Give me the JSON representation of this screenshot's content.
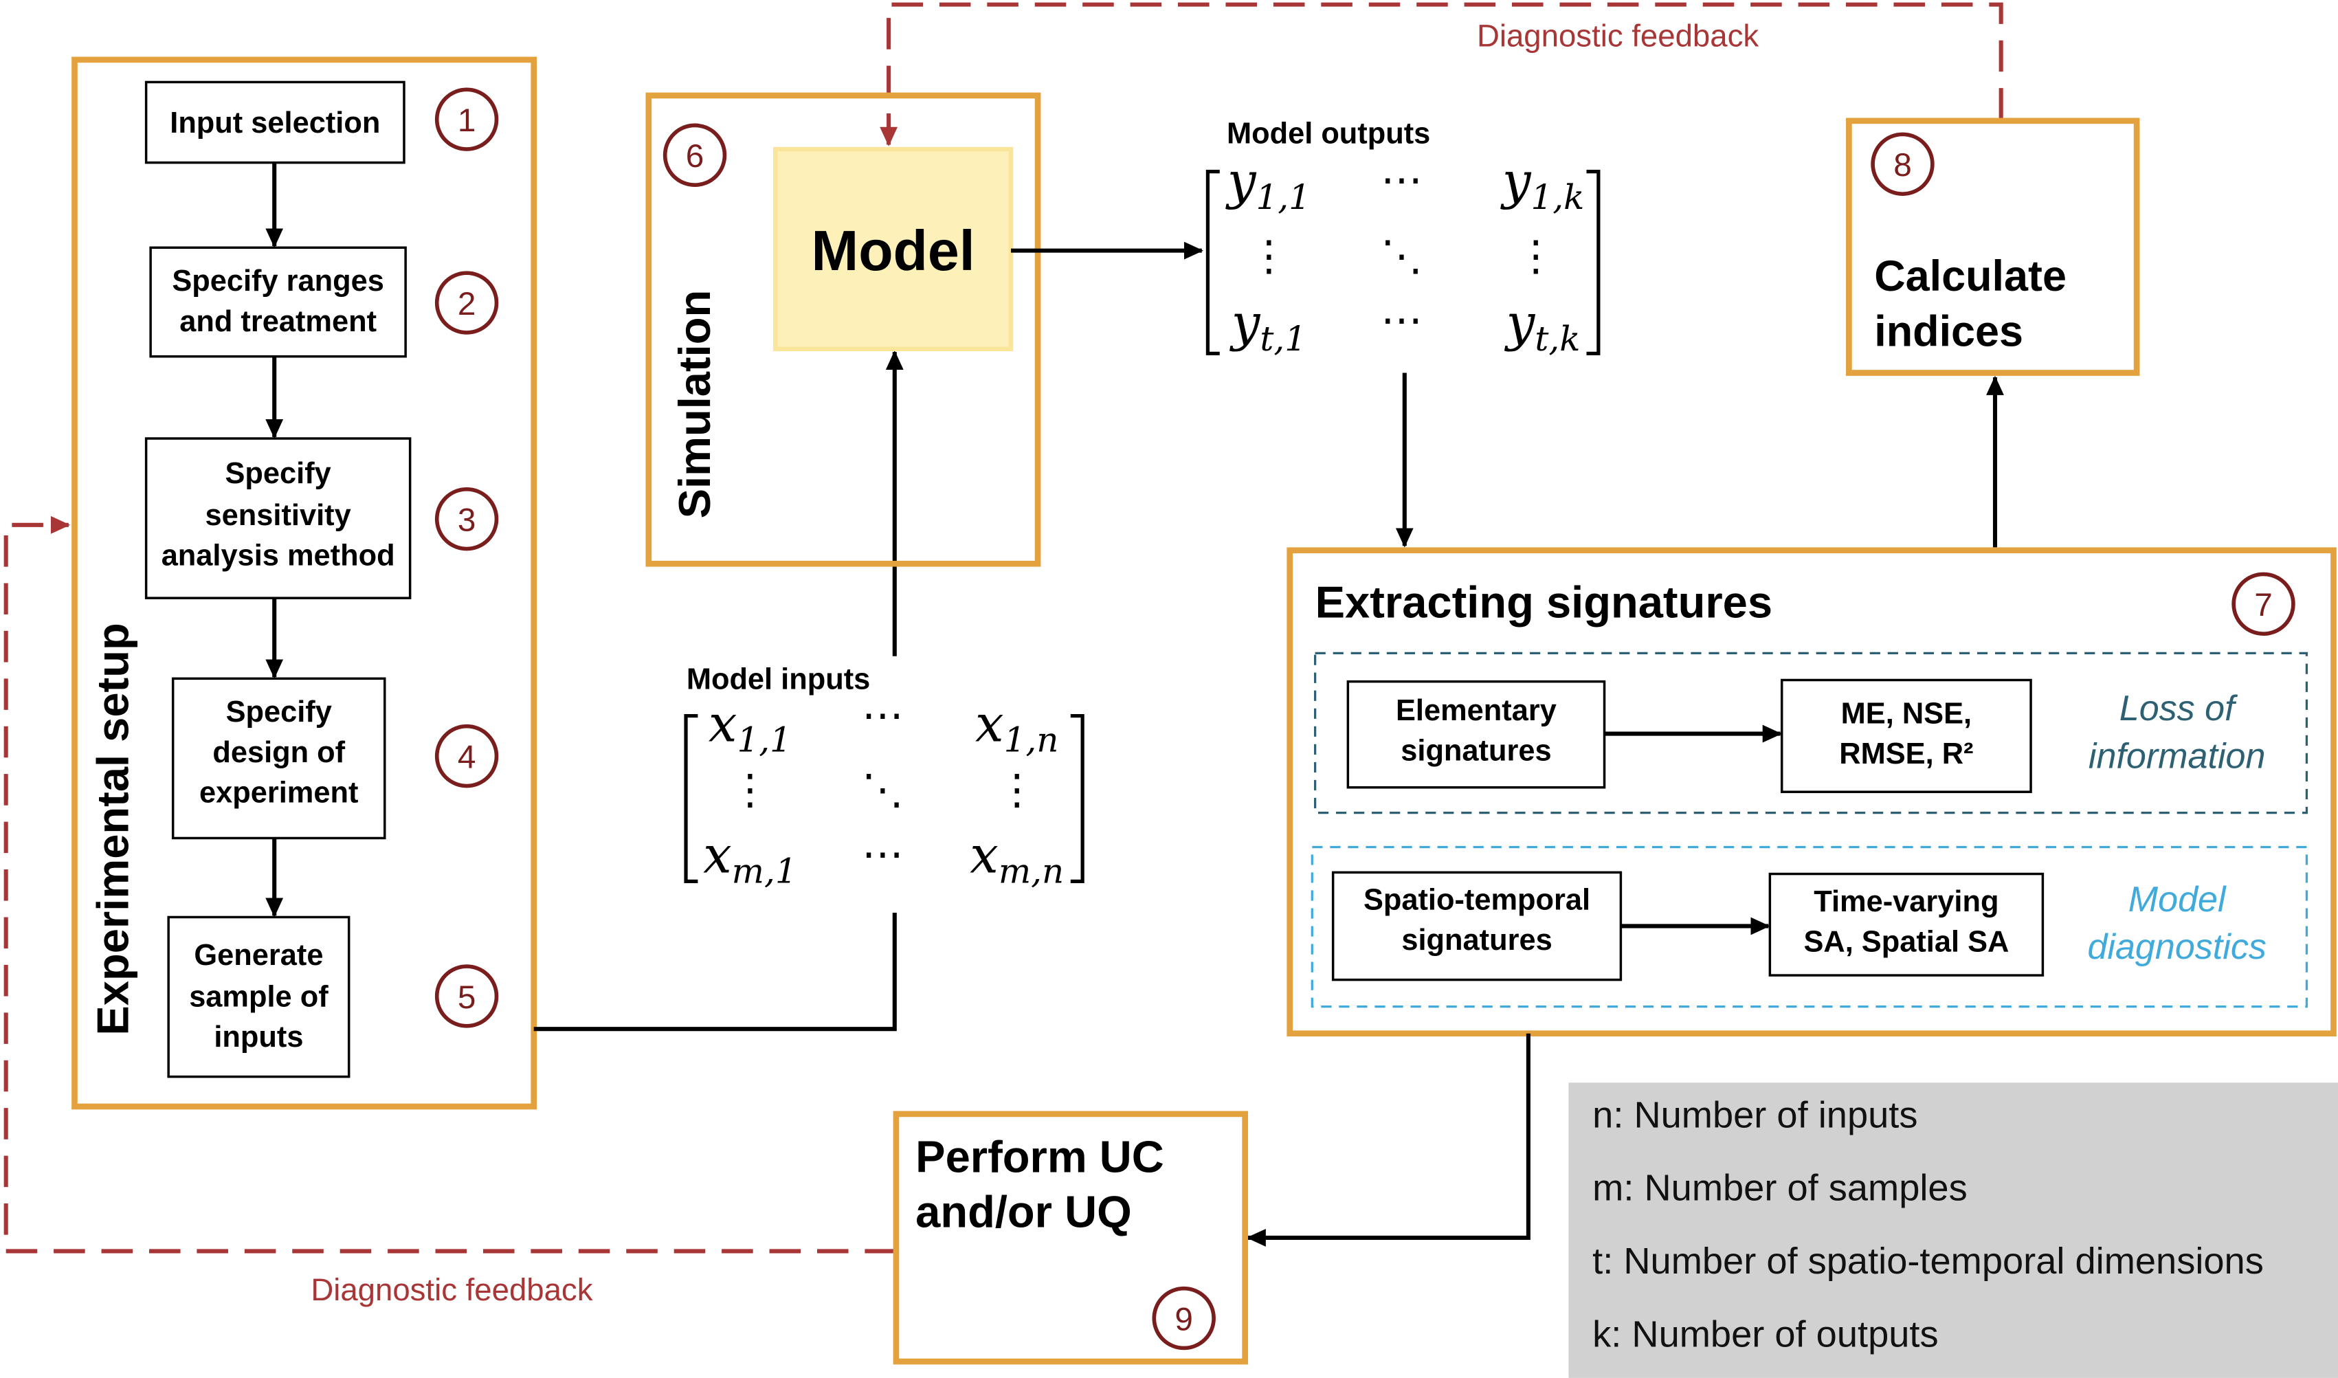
{
  "colors": {
    "stage_border": "#E4A23E",
    "model_fill": "#FDF1B9",
    "model_border": "#FBE59B",
    "step_number": "#7A1D1D",
    "feedback": "#A83636",
    "loss_of_information": "#2E6073",
    "model_diagnostics": "#3FAADB",
    "legend_fill": "#D1D1D1"
  },
  "experimental_setup": {
    "title": "Experimental setup",
    "steps": [
      {
        "number": "1",
        "lines": [
          "Input selection"
        ]
      },
      {
        "number": "2",
        "lines": [
          "Specify ranges",
          "and treatment"
        ]
      },
      {
        "number": "3",
        "lines": [
          "Specify",
          "sensitivity",
          "analysis method"
        ]
      },
      {
        "number": "4",
        "lines": [
          "Specify",
          "design of",
          "experiment"
        ]
      },
      {
        "number": "5",
        "lines": [
          "Generate",
          "sample of",
          "inputs"
        ]
      }
    ]
  },
  "simulation": {
    "number": "6",
    "title": "Simulation",
    "model_label": "Model"
  },
  "model_outputs": {
    "label": "Model outputs",
    "matrix": [
      [
        {
          "base": "y",
          "sub": "1,1"
        },
        {
          "symbol": "⋯"
        },
        {
          "base": "y",
          "sub": "1,k"
        }
      ],
      [
        {
          "symbol": "⋮"
        },
        {
          "symbol": "⋱"
        },
        {
          "symbol": "⋮"
        }
      ],
      [
        {
          "base": "y",
          "sub": "t,1"
        },
        {
          "symbol": "⋯"
        },
        {
          "base": "y",
          "sub": "t,k"
        }
      ]
    ]
  },
  "model_inputs": {
    "label": "Model inputs",
    "matrix": [
      [
        {
          "base": "x",
          "sub": "1,1"
        },
        {
          "symbol": "⋯"
        },
        {
          "base": "x",
          "sub": "1,n"
        }
      ],
      [
        {
          "symbol": "⋮"
        },
        {
          "symbol": "⋱"
        },
        {
          "symbol": "⋮"
        }
      ],
      [
        {
          "base": "x",
          "sub": "m,1"
        },
        {
          "symbol": "⋯"
        },
        {
          "base": "x",
          "sub": "m,n"
        }
      ]
    ]
  },
  "extracting_signatures": {
    "number": "7",
    "title": "Extracting signatures",
    "groups": [
      {
        "signature": [
          "Elementary",
          "signatures"
        ],
        "measures": [
          "ME, NSE,",
          "RMSE, R²"
        ],
        "purpose": [
          "Loss of",
          "information"
        ]
      },
      {
        "signature": [
          "Spatio-temporal",
          "signatures"
        ],
        "measures": [
          "Time-varying",
          "SA, Spatial SA"
        ],
        "purpose": [
          "Model",
          "diagnostics"
        ]
      }
    ]
  },
  "calculate_indices": {
    "number": "8",
    "lines": [
      "Calculate",
      "indices"
    ]
  },
  "perform_uc_uq": {
    "number": "9",
    "lines": [
      "Perform UC",
      "and/or UQ"
    ]
  },
  "feedback": {
    "top_label": "Diagnostic feedback",
    "bottom_label": "Diagnostic feedback"
  },
  "legend": [
    "n: Number of inputs",
    "m: Number of samples",
    "t: Number of spatio-temporal dimensions",
    "k: Number of outputs"
  ]
}
